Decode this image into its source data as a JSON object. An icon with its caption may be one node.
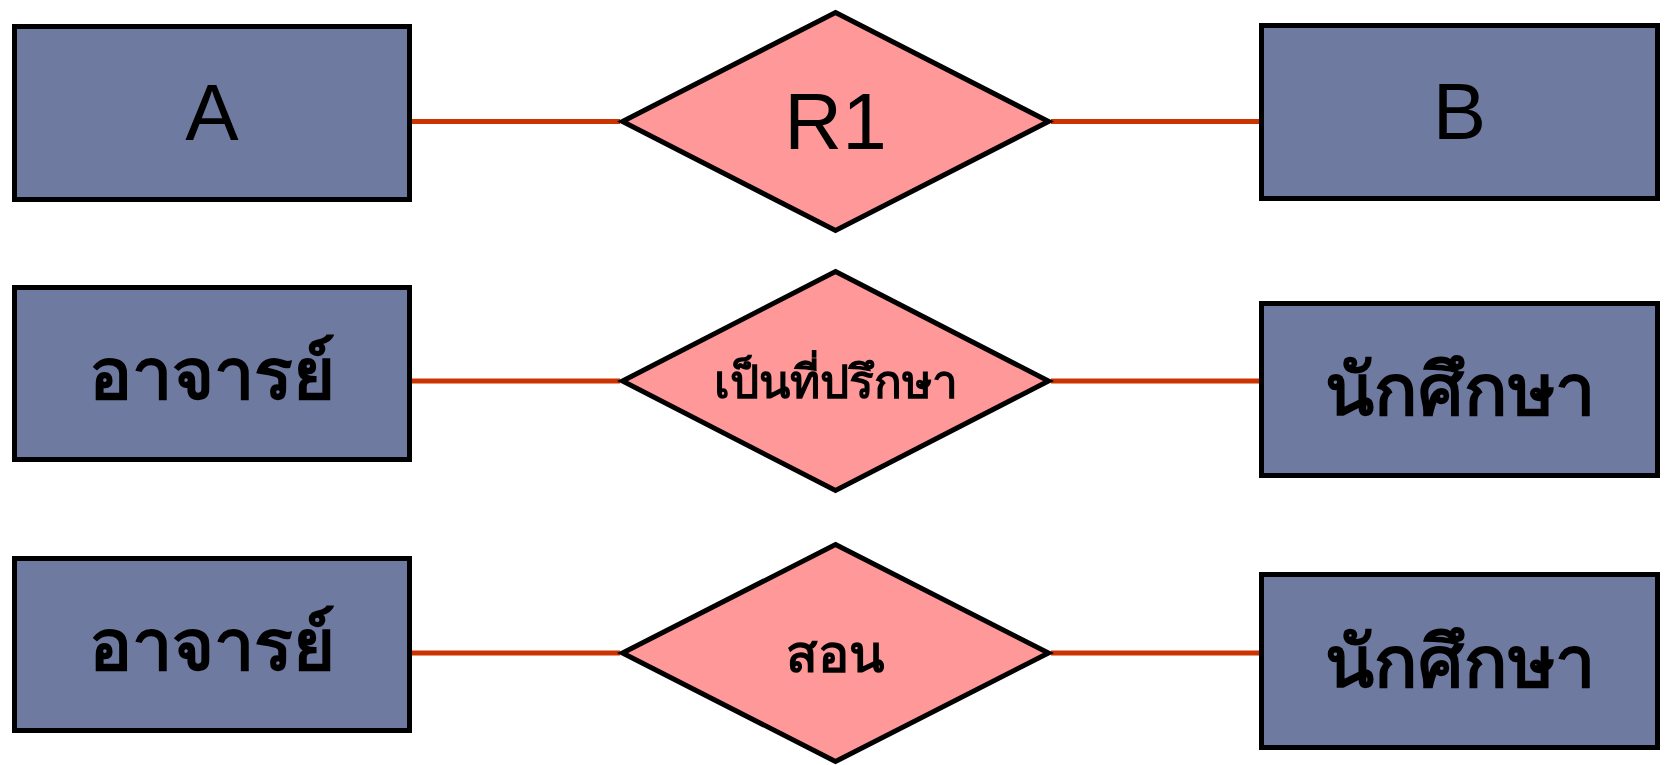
{
  "diagram": {
    "nodes": [
      {
        "text": [
          "A"
        ]
      },
      {
        "text": [
          "R1"
        ]
      },
      {
        "text": [
          "B"
        ]
      },
      {
        "text": [
          "อาจารย์"
        ]
      },
      {
        "text": [
          "เป็นที่ปรึกษา"
        ]
      },
      {
        "text": [
          "นักศึกษา"
        ]
      },
      {
        "text": [
          "อาจารย์"
        ]
      },
      {
        "text": [
          "สอน"
        ]
      },
      {
        "text": [
          "นักศึกษา"
        ]
      }
    ],
    "edges": [
      {
        "from": 0,
        "to": 1,
        "arrow": "none"
      },
      {
        "from": 1,
        "to": 2,
        "arrow": "none"
      },
      {
        "from": 3,
        "to": 4,
        "arrow": "none"
      },
      {
        "from": 4,
        "to": 5,
        "arrow": "none"
      },
      {
        "from": 6,
        "to": 7,
        "arrow": "none"
      },
      {
        "from": 7,
        "to": 8,
        "arrow": "none"
      }
    ]
  }
}
